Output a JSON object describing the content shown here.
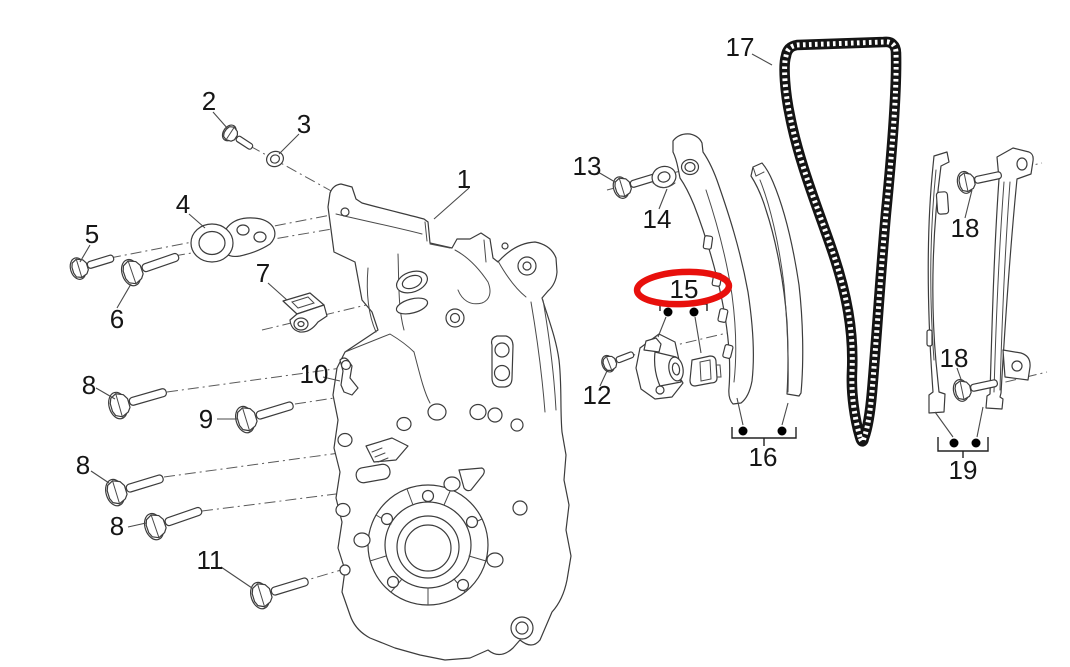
{
  "diagram": {
    "highlight": {
      "part_number": "15",
      "color": "#e8100c"
    },
    "callouts": [
      "1",
      "2",
      "3",
      "4",
      "5",
      "6",
      "7",
      "8",
      "8",
      "8",
      "9",
      "10",
      "11",
      "12",
      "13",
      "14",
      "15",
      "16",
      "17",
      "18",
      "18",
      "19"
    ],
    "colors": {
      "background": "#ffffff",
      "line": "#3c3c3c",
      "text": "#161616",
      "chain": "#141414",
      "marker_dot": "#000000"
    }
  }
}
